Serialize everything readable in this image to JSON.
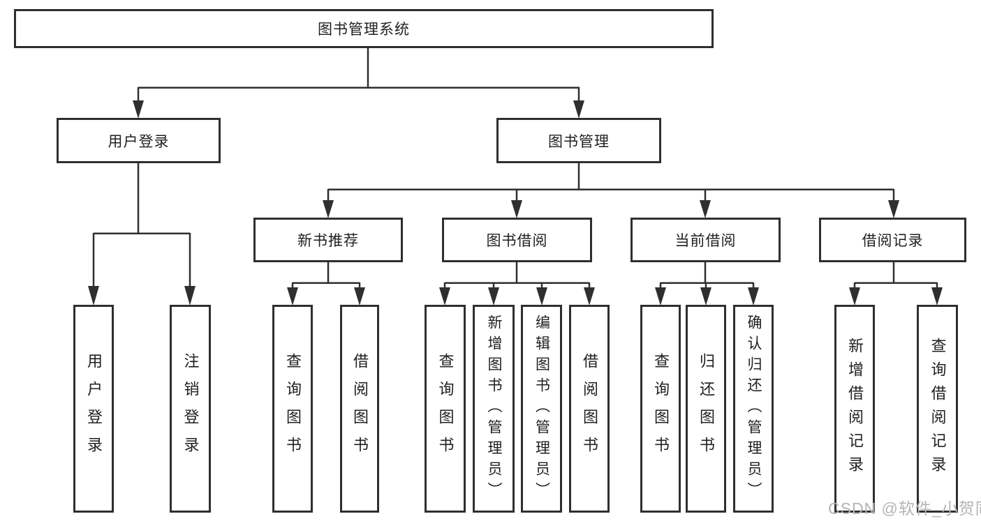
{
  "diagram": {
    "root": {
      "label": "图书管理系统"
    },
    "level2": {
      "user_login": {
        "label": "用户登录"
      },
      "book_mgmt": {
        "label": "图书管理"
      }
    },
    "level3": {
      "new_book_rec": {
        "label": "新书推荐"
      },
      "book_borrow": {
        "label": "图书借阅"
      },
      "current_borrow": {
        "label": "当前借阅"
      },
      "borrow_records": {
        "label": "借阅记录"
      }
    },
    "leaves": {
      "ul1": {
        "label": "用户登录"
      },
      "ul2": {
        "label": "注销登录"
      },
      "nb1": {
        "label": "查询图书"
      },
      "nb2": {
        "label": "借阅图书"
      },
      "bb1": {
        "label": "查询图书"
      },
      "bb2": {
        "label": "新增图书（管理员）"
      },
      "bb3": {
        "label": "编辑图书（管理员）"
      },
      "bb4": {
        "label": "借阅图书"
      },
      "cb1": {
        "label": "查询图书"
      },
      "cb2": {
        "label": "归还图书"
      },
      "cb3": {
        "label": "确认归还（管理员）"
      },
      "br1": {
        "label": "新增借阅记录"
      },
      "br2": {
        "label": "查询借阅记录"
      }
    }
  },
  "watermark": {
    "text": "CSDN @软件_小贺同学",
    "color": "#b4b4b4"
  },
  "colors": {
    "border": "#2f2f2f",
    "background": "#ffffff",
    "text": "#1f1f1f"
  }
}
